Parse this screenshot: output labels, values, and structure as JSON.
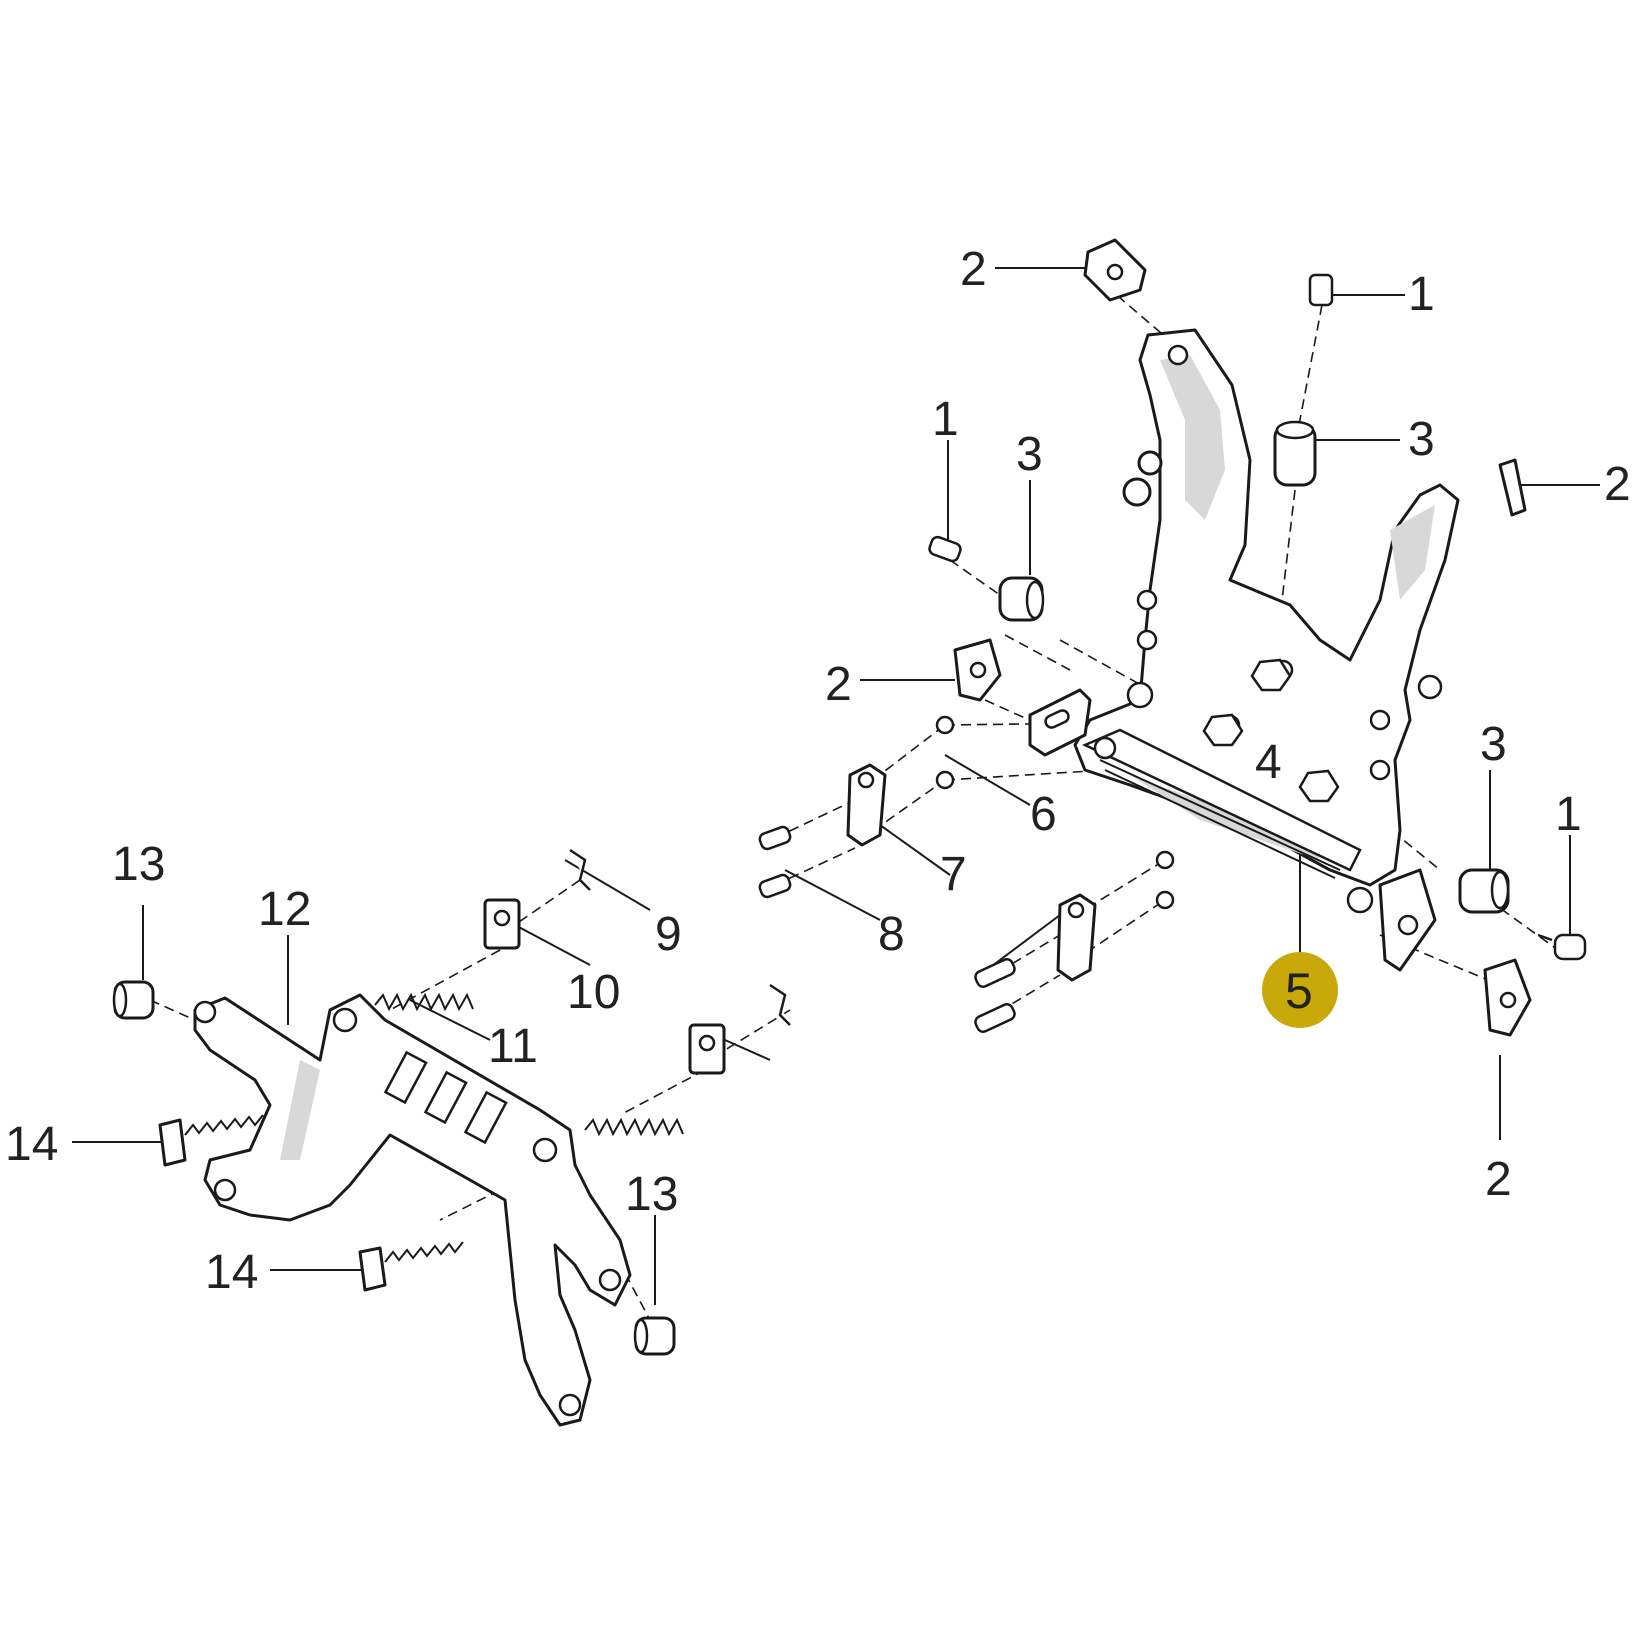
{
  "highlight_color": "#c9a80a",
  "callouts": {
    "c1_top": "1",
    "c1_left": "1",
    "c1_right": "1",
    "c2_top": "2",
    "c2_mid": "2",
    "c2_right": "2",
    "c2_bottom": "2",
    "c3_top": "3",
    "c3_left": "3",
    "c3_right": "3",
    "c4": "4",
    "c5": "5",
    "c6": "6",
    "c7": "7",
    "c8": "8",
    "c9": "9",
    "c10": "10",
    "c11": "11",
    "c12": "12",
    "c13_top": "13",
    "c13_bottom": "13",
    "c14_top": "14",
    "c14_bottom": "14"
  }
}
